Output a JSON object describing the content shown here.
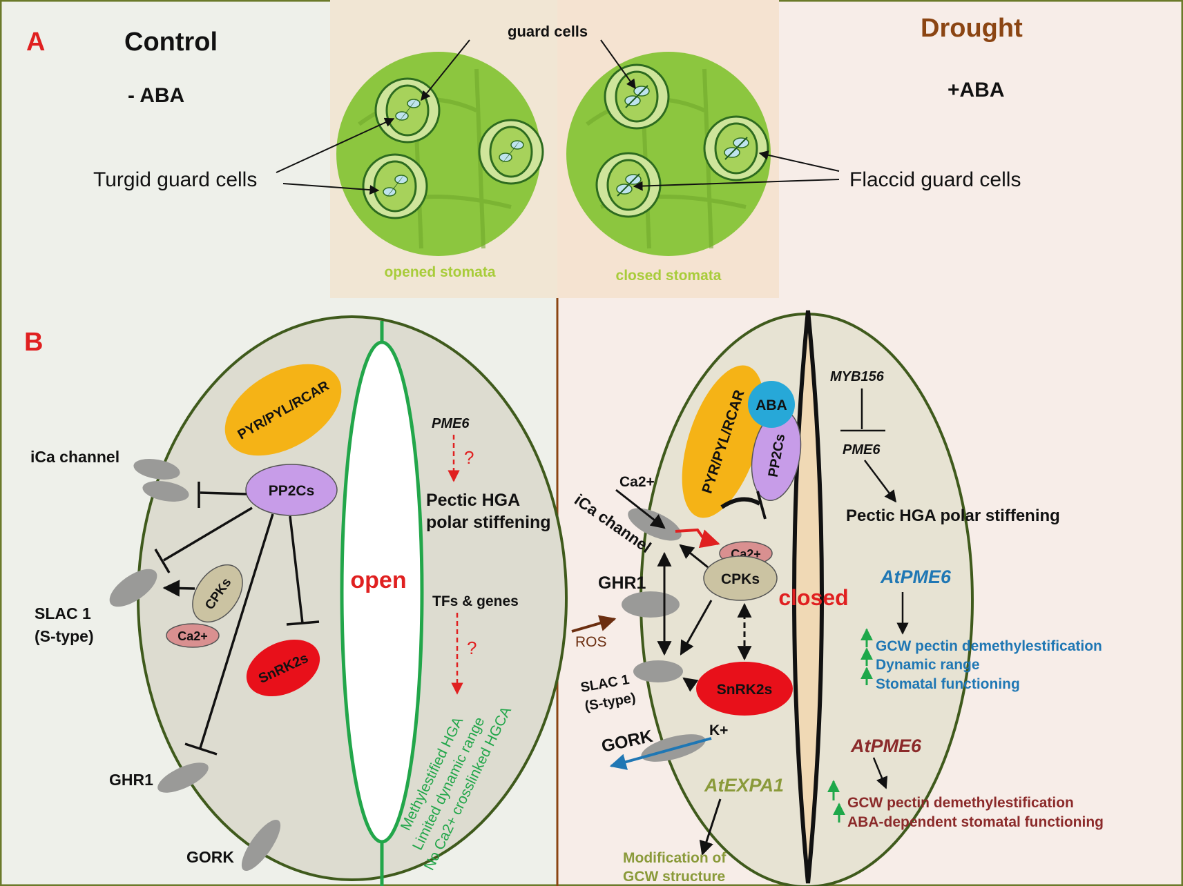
{
  "panel_a": {
    "letter": "A",
    "control_title": "Control",
    "control_condition": "- ABA",
    "drought_title": "Drought",
    "drought_condition": "+ABA",
    "guard_cells_label": "guard cells",
    "turgid_label": "Turgid guard cells",
    "flaccid_label": "Flaccid guard cells",
    "opened_caption": "opened stomata",
    "closed_caption": "closed stomata"
  },
  "panel_b": {
    "letter": "B",
    "left": {
      "receptor": "PYR/PYL/RCAR",
      "phosphatase": "PP2Cs",
      "ica_channel": "iCa channel",
      "slac1_line1": "SLAC 1",
      "slac1_line2": "(S-type)",
      "cpks": "CPKs",
      "ca": "Ca2+",
      "snrk2s": "SnRK2s",
      "ghr1": "GHR1",
      "gork": "GORK",
      "pore": "open",
      "pme6": "PME6",
      "question": "?",
      "pectic_line1": "Pectic HGA",
      "pectic_line2": "polar stiffening",
      "tfs": "TFs & genes",
      "green_line1": "Methylestified HGA",
      "green_line2": "Limited dynamic range",
      "green_line3": "No Ca2+ crosslinked HGCA"
    },
    "right": {
      "receptor": "PYR/PYL/RCAR",
      "aba": "ABA",
      "phosphatase": "PP2Cs",
      "ca_top": "Ca2+",
      "ica_channel": "iCa channel",
      "ca": "Ca2+",
      "cpks": "CPKs",
      "ghr1": "GHR1",
      "ros": "ROS",
      "slac1_line1": "SLAC 1",
      "slac1_line2": "(S-type)",
      "snrk2s": "SnRK2s",
      "gork": "GORK",
      "k": "K+",
      "pore": "closed",
      "myb156": "MYB156",
      "pme6": "PME6",
      "pectic": "Pectic HGA polar stiffening",
      "atpme6_blue": "AtPME6",
      "blue_line1": "GCW pectin demethylestification",
      "blue_line2": "Dynamic range",
      "blue_line3": "Stomatal functioning",
      "atpme6_red": "AtPME6",
      "red_line1": "GCW pectin demethylestification",
      "red_line2": "ABA-dependent stomatal functioning",
      "atexpa1": "AtEXPA1",
      "mod_line1": "Modification of",
      "mod_line2": "GCW structure"
    }
  },
  "colors": {
    "left_bg": "#eef0ea",
    "right_bg": "#f7ede8",
    "cell_fill": "#dddcd0",
    "cell_stroke": "#3f5a1c",
    "leaf_green": "#8cc63f",
    "stoma_green": "#22a64a",
    "panel_letter": "#e02020",
    "drought_title": "#8b4513",
    "receptor": "#f5b316",
    "pp2c": "#c79ce8",
    "snrk": "#e8101a",
    "cpk": "#cbc3a2",
    "ca": "#d99090",
    "channel": "#9a9a98",
    "aba": "#27a8d8",
    "pore_fill": "#f0d9b5",
    "blue_text": "#1f77b4",
    "red_text": "#8b2a2a",
    "olive_text": "#8a9a3a",
    "arrow_green": "#1ea84a",
    "ros": "#6b2e10"
  }
}
